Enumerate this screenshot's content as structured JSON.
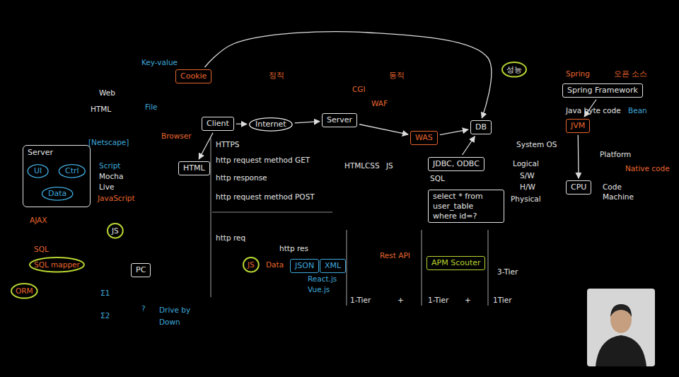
{
  "diagram": {
    "nodes": [
      {
        "text": [
          "Cookie"
        ]
      },
      {
        "text": [
          "Server"
        ]
      },
      {
        "text": [
          "UI"
        ],
        "in": 1
      },
      {
        "text": [
          "Ctrl"
        ],
        "in": 1
      },
      {
        "text": [
          "Data"
        ],
        "in": 1
      },
      {
        "text": [
          "Client"
        ]
      },
      {
        "text": [
          "HTML"
        ]
      },
      {
        "text": [
          "Internet"
        ]
      },
      {
        "text": [
          "Server"
        ]
      },
      {
        "text": [
          "WAS"
        ]
      },
      {
        "text": [
          "DB"
        ]
      },
      {
        "text": [
          "Spring Framework"
        ]
      },
      {
        "text": [
          "JVM"
        ]
      },
      {
        "text": [
          "CPU"
        ]
      },
      {
        "text": [
          "JDBC, ODBC"
        ]
      },
      {
        "text": [
          "select * from user_table where id=?"
        ]
      },
      {
        "text": [
          "APM Scouter"
        ]
      },
      {
        "text": [
          "PC"
        ]
      },
      {
        "text": [
          "JSON"
        ]
      },
      {
        "text": [
          "XML"
        ]
      }
    ],
    "edges": [
      {
        "from": 5,
        "to": 7,
        "arrow": "to"
      },
      {
        "from": 7,
        "to": 8,
        "arrow": "to"
      },
      {
        "from": 8,
        "to": 9,
        "arrow": "to"
      },
      {
        "from": 9,
        "to": 10,
        "arrow": "to"
      },
      {
        "from": 5,
        "to": 6,
        "arrow": "to"
      },
      {
        "from": 11,
        "to": 12,
        "arrow": "to"
      },
      {
        "from": 12,
        "to": 13,
        "arrow": "to"
      },
      {
        "from": 0,
        "to": 10,
        "arrow": "to"
      },
      {
        "from": 14,
        "to": 10,
        "arrow": "to"
      }
    ],
    "labels": [
      "Key-value",
      "Web",
      "HTML",
      "File",
      "[Netscape]",
      "Browser",
      "Script",
      "Mocha",
      "Live",
      "JavaScript",
      "AJAX",
      "JS",
      "SQL",
      "SQL mapper",
      "ORM",
      "Σ1",
      "Σ2",
      "?",
      "Drive by",
      "Down",
      "HTTPS",
      "http request method GET",
      "http response",
      "http request method POST",
      "http req",
      "http res",
      "JS",
      "Data",
      "React.js",
      "Vue.js",
      "정적",
      "동적",
      "CGI",
      "WAF",
      "HTML",
      "CSS",
      "JS",
      "SQL",
      "Rest API",
      "1-Tier",
      "+",
      "1-Tier",
      "+",
      "1Tier",
      "3-Tier",
      "성능",
      "System OS",
      "Logical",
      "S/W",
      "H/W",
      "Physical",
      "Spring",
      "오픈 소스",
      "Java byte code",
      "Bean",
      "Platform",
      "Native code",
      "Code",
      "Machine"
    ]
  }
}
